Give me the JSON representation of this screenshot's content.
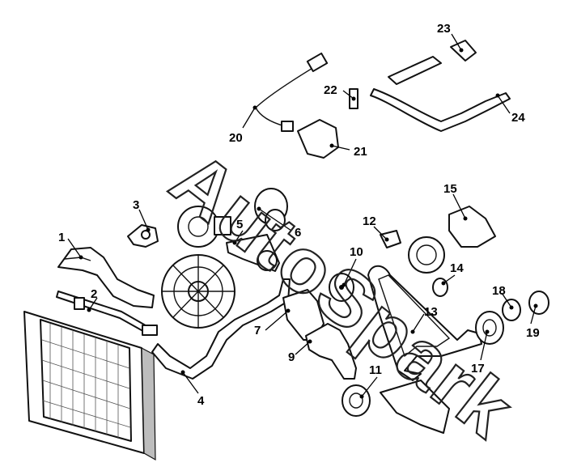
{
  "watermark": "AutoSpark",
  "callouts": [
    "1",
    "2",
    "3",
    "4",
    "5",
    "6",
    "7",
    "9",
    "10",
    "11",
    "12",
    "13",
    "14",
    "15",
    "17",
    "18",
    "19",
    "20",
    "21",
    "22",
    "23",
    "24"
  ]
}
